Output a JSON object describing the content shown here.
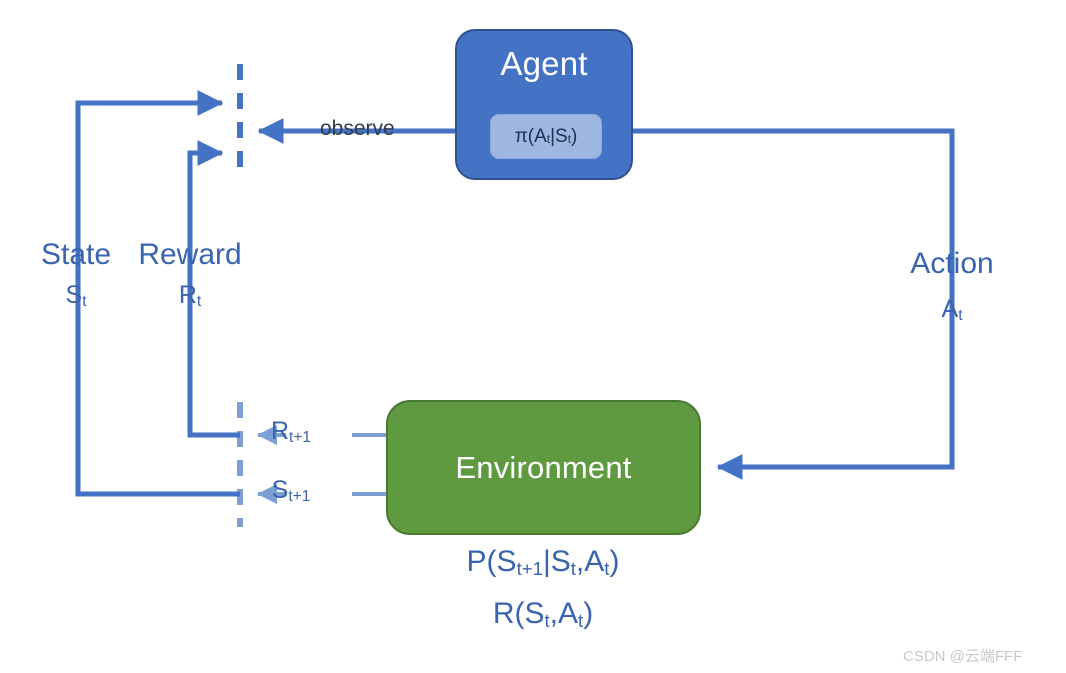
{
  "diagram": {
    "title": "Reinforcement Learning Agent-Environment Interaction Loop",
    "colors": {
      "agent_fill": "#4472C4",
      "agent_border": "#2F528F",
      "policy_chip_fill": "#9DB7E2",
      "environment_fill": "#5F9A41",
      "environment_border": "#4A7A32",
      "arrow_dark_blue": "#4472C4",
      "arrow_light_blue": "#7C9FD4",
      "label_blue": "#3A64B0",
      "observe_text": "#2F3B4E",
      "background": "#FFFFFF",
      "watermark": "#C8C8C8"
    },
    "nodes": {
      "agent": {
        "title": "Agent",
        "policy": {
          "fn": "π(A",
          "sub1": "t",
          "mid": "|S",
          "sub2": "t",
          "close": ")"
        }
      },
      "environment": {
        "title": "Environment",
        "formulas": [
          {
            "prefix": "P(S",
            "sub1": "t+1",
            "mid": "|S",
            "sub2": "t",
            "mid2": ",A",
            "sub3": "t",
            "close": ")"
          },
          {
            "prefix": "R(S",
            "sub1": "t",
            "mid": "",
            "sub2": "",
            "mid2": ",A",
            "sub3": "t",
            "close": ")"
          }
        ]
      }
    },
    "labels": {
      "state": "State",
      "state_symbol": "S",
      "state_subscript": "t",
      "reward": "Reward",
      "reward_symbol": "R",
      "reward_subscript": "t",
      "action": "Action",
      "action_symbol": "A",
      "action_subscript": "t",
      "observe": "observe",
      "reward_next_symbol": "R",
      "reward_next_subscript": "t+1",
      "state_next_symbol": "S",
      "state_next_subscript": "t+1"
    },
    "watermark": "CSDN @云端FFF"
  }
}
